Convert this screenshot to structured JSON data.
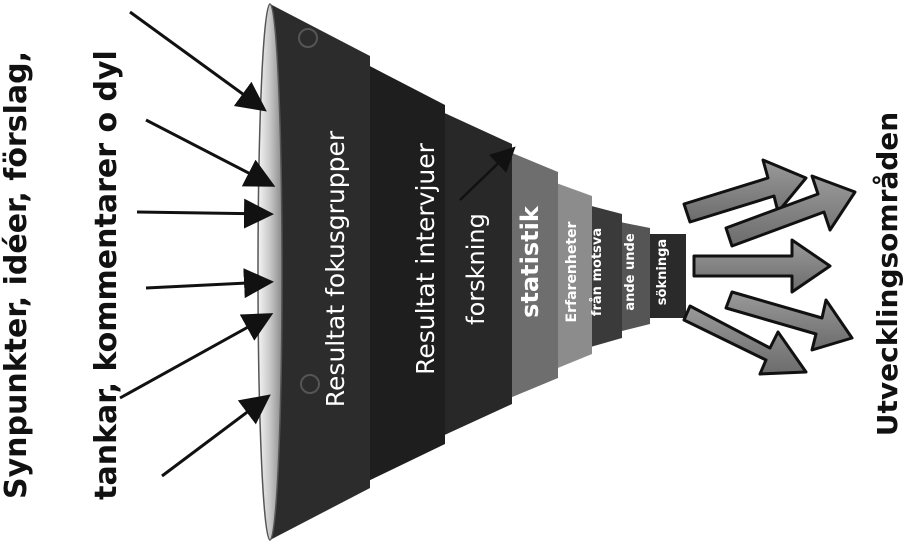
{
  "input_label": {
    "line1": "Synpunkter, idéer, förslag,",
    "line2": "tankar, kommentarer o dyl"
  },
  "output_label": "Utvecklingsområden",
  "funnel": {
    "segments": [
      {
        "label": "Resultat fokusgrupper",
        "color": "#2c2c2c"
      },
      {
        "label": "Resultat intervjuer",
        "color": "#1e1e1e"
      },
      {
        "label": "forskning",
        "color": "#282828"
      },
      {
        "label": "statistik",
        "color": "#6e6e6e"
      },
      {
        "label": "Erfarenheter",
        "color": "#8c8c8c"
      },
      {
        "label": "från motsva",
        "color": "#3a3a3a"
      },
      {
        "label": "ande unde",
        "color": "#555555"
      },
      {
        "label": "sökninga",
        "color": "#2a2a2a"
      }
    ],
    "rim_color": "#c9c9c9"
  }
}
